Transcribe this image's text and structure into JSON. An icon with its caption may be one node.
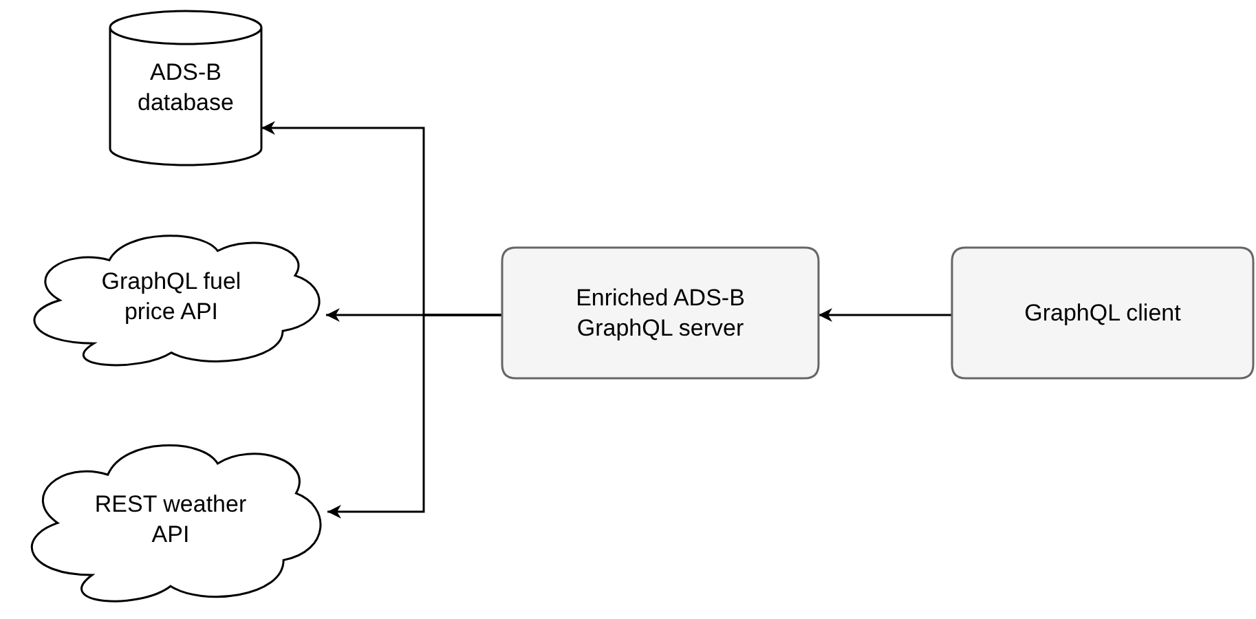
{
  "diagram": {
    "nodes": [
      {
        "text": [
          "ADS-B database"
        ]
      },
      {
        "text": [
          "GraphQL fuel price API"
        ]
      },
      {
        "text": [
          "REST weather API"
        ]
      },
      {
        "text": [
          "Enriched ADS-B GraphQL server"
        ]
      },
      {
        "text": [
          "GraphQL client"
        ]
      }
    ],
    "edges": [
      {
        "from": 3,
        "to": 0,
        "arrow": "to"
      },
      {
        "from": 3,
        "to": 1,
        "arrow": "to"
      },
      {
        "from": 3,
        "to": 2,
        "arrow": "to"
      },
      {
        "from": 4,
        "to": 3,
        "arrow": "to"
      }
    ]
  }
}
